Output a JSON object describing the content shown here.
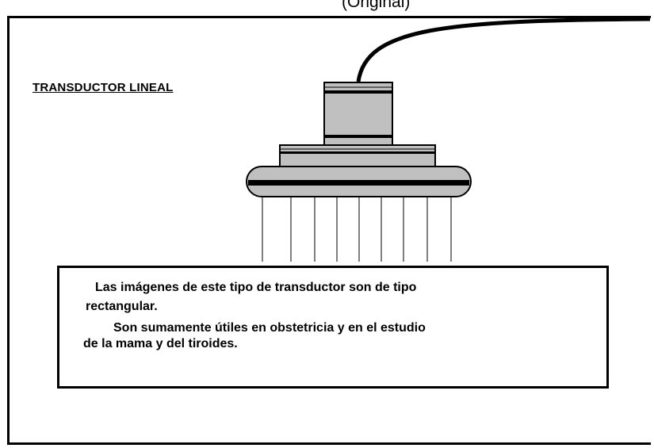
{
  "caption": "(Original)",
  "title": "TRANSDUCTOR LINEAL",
  "description": {
    "line1": "Las imágenes de este tipo de transductor son de tipo",
    "line2": "rectangular.",
    "line3": "Son sumamente útiles en obstetricia y en el   estudio",
    "line4": "de la mama y del tiroides."
  },
  "colors": {
    "probe_fill": "#c0c0c0",
    "outline": "#000000",
    "background": "#ffffff"
  }
}
